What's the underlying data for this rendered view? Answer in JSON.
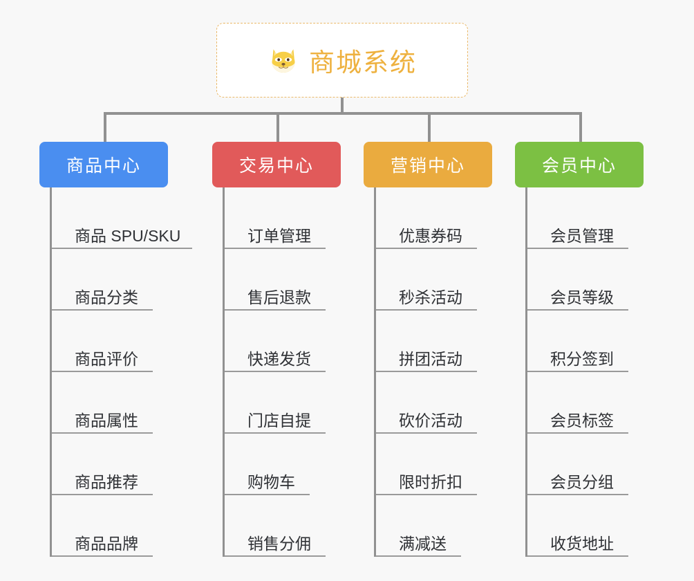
{
  "page": {
    "background_color": "#f8f8f8",
    "line_color": "#919191",
    "text_color": "#2f3135"
  },
  "root": {
    "title": "商城系统",
    "icon": "dog-face-emoji",
    "icon_glyph": "🐶",
    "title_color": "#eeb13f",
    "border_color": "#eab868",
    "background_color": "#ffffff"
  },
  "columns": [
    {
      "id": "product-center",
      "title": "商品中心",
      "color": "#4a8ef0",
      "items": [
        {
          "label": "商品 SPU/SKU"
        },
        {
          "label": "商品分类"
        },
        {
          "label": "商品评价"
        },
        {
          "label": "商品属性"
        },
        {
          "label": "商品推荐"
        },
        {
          "label": "商品品牌"
        }
      ]
    },
    {
      "id": "trade-center",
      "title": "交易中心",
      "color": "#e15a5a",
      "items": [
        {
          "label": "订单管理"
        },
        {
          "label": "售后退款"
        },
        {
          "label": "快递发货"
        },
        {
          "label": "门店自提"
        },
        {
          "label": "购物车"
        },
        {
          "label": "销售分佣"
        }
      ]
    },
    {
      "id": "marketing-center",
      "title": "营销中心",
      "color": "#eaab3f",
      "items": [
        {
          "label": "优惠券码"
        },
        {
          "label": "秒杀活动"
        },
        {
          "label": "拼团活动"
        },
        {
          "label": "砍价活动"
        },
        {
          "label": "限时折扣"
        },
        {
          "label": "满减送"
        }
      ]
    },
    {
      "id": "member-center",
      "title": "会员中心",
      "color": "#7cc043",
      "items": [
        {
          "label": "会员管理"
        },
        {
          "label": "会员等级"
        },
        {
          "label": "积分签到"
        },
        {
          "label": "会员标签"
        },
        {
          "label": "会员分组"
        },
        {
          "label": "收货地址"
        }
      ]
    }
  ]
}
